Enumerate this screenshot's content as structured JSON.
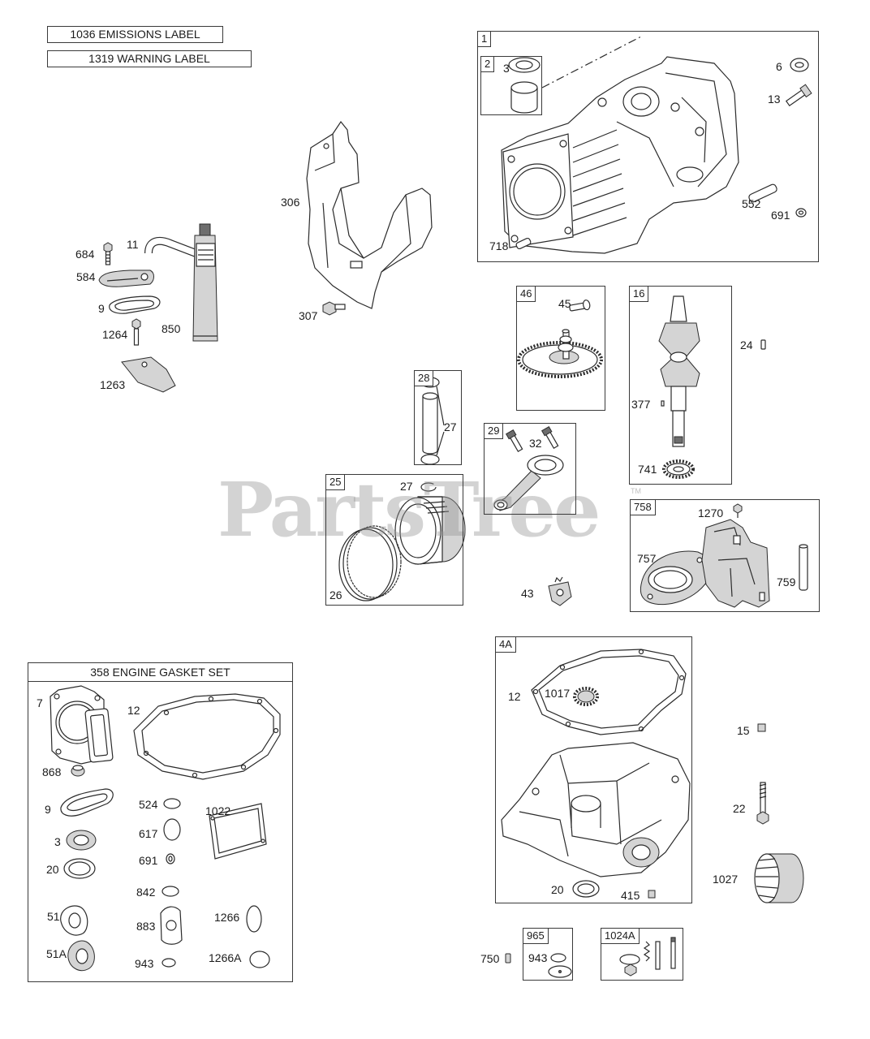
{
  "header_labels": {
    "emissions_label": "1036 EMISSIONS LABEL",
    "warning_label": "1319 WARNING LABEL"
  },
  "watermark": {
    "text": "PartsTree",
    "trademark": "TM"
  },
  "loose_parts": {
    "p306": "306",
    "p307": "307",
    "p684": "684",
    "p11": "11",
    "p584": "584",
    "p9": "9",
    "p850": "850",
    "p1264": "1264",
    "p1263": "1263",
    "p24": "24",
    "p43": "43",
    "p15": "15",
    "p22": "22",
    "p1027": "1027",
    "p750": "750"
  },
  "groups": {
    "g1": {
      "tag": "1",
      "sub_tag": "2",
      "parts": {
        "p3": "3",
        "p6": "6",
        "p13": "13",
        "p552": "552",
        "p691": "691",
        "p718": "718"
      }
    },
    "g46": {
      "tag": "46",
      "parts": {
        "p45": "45"
      }
    },
    "g16": {
      "tag": "16",
      "parts": {
        "p377": "377",
        "p741": "741"
      }
    },
    "g28": {
      "tag": "28",
      "parts": {
        "p27": "27"
      }
    },
    "g29": {
      "tag": "29",
      "parts": {
        "p32": "32"
      }
    },
    "g25": {
      "tag": "25",
      "parts": {
        "p27": "27",
        "p26": "26"
      }
    },
    "g758": {
      "tag": "758",
      "parts": {
        "p1270": "1270",
        "p757": "757",
        "p759": "759"
      }
    },
    "g4A": {
      "tag": "4A",
      "parts": {
        "p12": "12",
        "p1017": "1017",
        "p20": "20",
        "p415": "415"
      }
    },
    "g965": {
      "tag": "965",
      "parts": {
        "p943": "943"
      }
    },
    "g1024A": {
      "tag": "1024A"
    }
  },
  "gasket_set": {
    "title": "358 ENGINE GASKET SET",
    "parts": {
      "p7": "7",
      "p12": "12",
      "p868": "868",
      "p9": "9",
      "p524": "524",
      "p1022": "1022",
      "p617": "617",
      "p3": "3",
      "p691": "691",
      "p20": "20",
      "p842": "842",
      "p51": "51",
      "p883": "883",
      "p1266": "1266",
      "p51A": "51A",
      "p943": "943",
      "p1266A": "1266A"
    }
  }
}
